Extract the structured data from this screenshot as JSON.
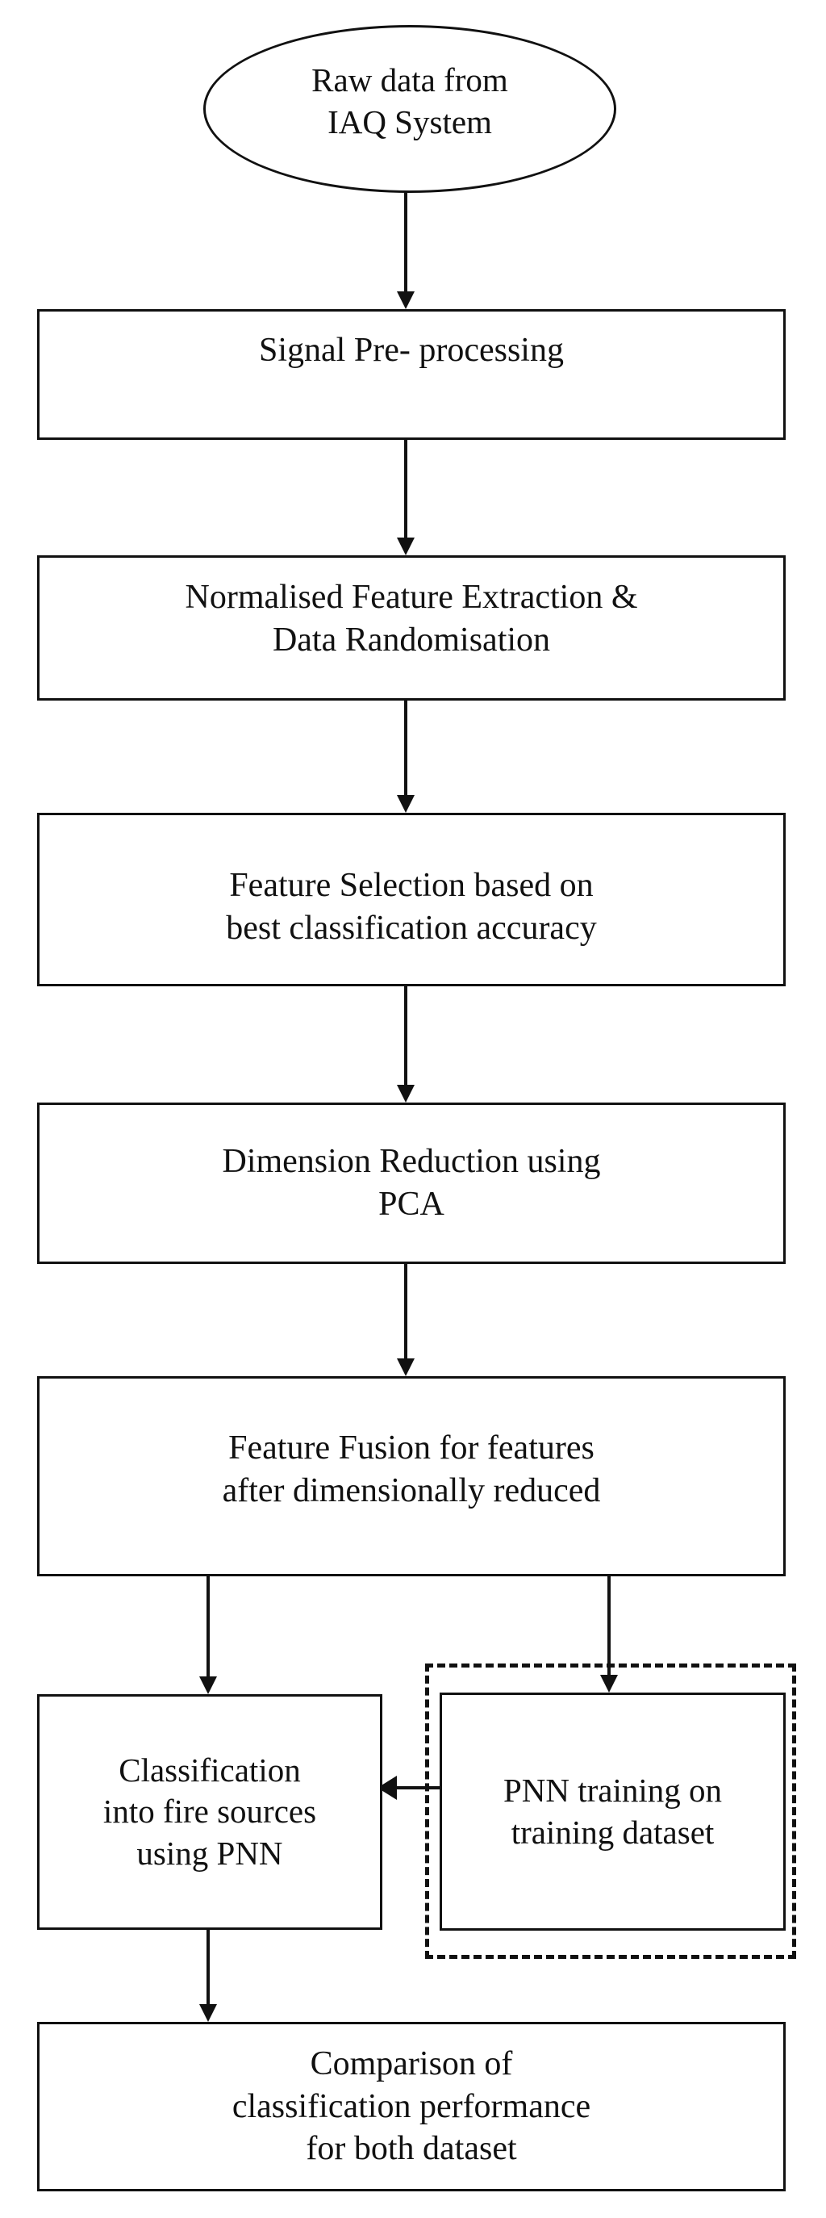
{
  "diagram": {
    "title": "IAQ fire-source classification flowchart",
    "stroke_color": "#111111",
    "background_color": "#ffffff",
    "nodes": {
      "raw_data": {
        "shape": "ellipse",
        "label": "Raw data from\nIAQ System"
      },
      "signal_preprocessing": {
        "shape": "rectangle",
        "label": "Signal Pre- processing"
      },
      "normalised_feature": {
        "shape": "rectangle",
        "label": "Normalised Feature Extraction &\nData Randomisation"
      },
      "feature_selection": {
        "shape": "rectangle",
        "label": "Feature Selection based on\nbest classification accuracy"
      },
      "dimension_reduction": {
        "shape": "rectangle",
        "label": "Dimension Reduction using\nPCA"
      },
      "feature_fusion": {
        "shape": "rectangle",
        "label": "Feature Fusion for features\nafter dimensionally reduced"
      },
      "classification": {
        "shape": "rectangle",
        "label": "Classification\ninto fire sources\nusing PNN"
      },
      "pnn_training": {
        "shape": "rectangle",
        "label": "PNN training on\ntraining dataset"
      },
      "pnn_training_group": {
        "shape": "dashed-rectangle",
        "label": ""
      },
      "comparison": {
        "shape": "rectangle",
        "label": "Comparison of\nclassification performance\nfor both dataset"
      }
    },
    "edges": [
      {
        "from": "raw_data",
        "to": "signal_preprocessing",
        "direction": "down"
      },
      {
        "from": "signal_preprocessing",
        "to": "normalised_feature",
        "direction": "down"
      },
      {
        "from": "normalised_feature",
        "to": "feature_selection",
        "direction": "down"
      },
      {
        "from": "feature_selection",
        "to": "dimension_reduction",
        "direction": "down"
      },
      {
        "from": "dimension_reduction",
        "to": "feature_fusion",
        "direction": "down"
      },
      {
        "from": "feature_fusion",
        "to": "classification",
        "direction": "down"
      },
      {
        "from": "feature_fusion",
        "to": "pnn_training",
        "direction": "down"
      },
      {
        "from": "pnn_training",
        "to": "classification",
        "direction": "left"
      },
      {
        "from": "classification",
        "to": "comparison",
        "direction": "down"
      }
    ]
  }
}
